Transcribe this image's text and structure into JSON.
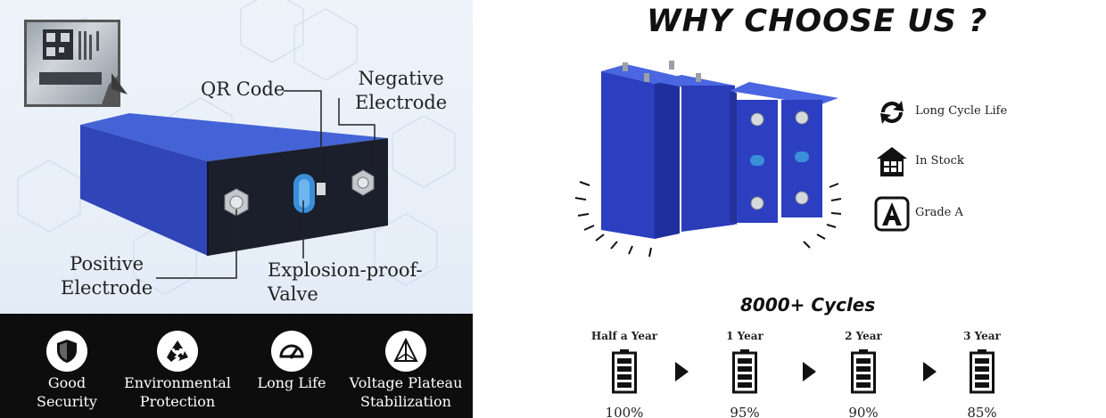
{
  "left_panel": {
    "labels": {
      "qr_code": "QR Code",
      "negative_electrode_1": "Negative",
      "negative_electrode_2": "Electrode",
      "positive_electrode_1": "Positive",
      "positive_electrode_2": "Electrode",
      "valve_1": "Explosion-proof-",
      "valve_2": "Valve"
    },
    "features": [
      {
        "icon": "shield-icon",
        "line1": "Good",
        "line2": "Security"
      },
      {
        "icon": "recycle-icon",
        "line1": "Environmental",
        "line2": "Protection"
      },
      {
        "icon": "gauge-icon",
        "line1": "Long Life",
        "line2": ""
      },
      {
        "icon": "pyramid-icon",
        "line1": "Voltage Plateau",
        "line2": "Stabilization"
      }
    ]
  },
  "right_panel": {
    "title": "WHY CHOOSE US ?",
    "benefits": [
      {
        "icon": "cycle-arrows-icon",
        "label": "Long Cycle Life"
      },
      {
        "icon": "warehouse-icon",
        "label": "In Stock"
      },
      {
        "icon": "grade-a-icon",
        "label": "Grade A"
      }
    ],
    "cycles_title": "8000+ Cycles",
    "stages": [
      {
        "period": "Half a Year",
        "percent": "100%",
        "level": 1.0
      },
      {
        "period": "1 Year",
        "percent": "95%",
        "level": 0.95
      },
      {
        "period": "2 Year",
        "percent": "90%",
        "level": 0.9
      },
      {
        "period": "3 Year",
        "percent": "85%",
        "level": 0.85
      }
    ]
  },
  "colors": {
    "battery_blue": "#2f45b8",
    "battery_dark": "#1a1f2b",
    "valve_blue": "#3a8fd8",
    "feature_bar": "#0d0d0d"
  }
}
